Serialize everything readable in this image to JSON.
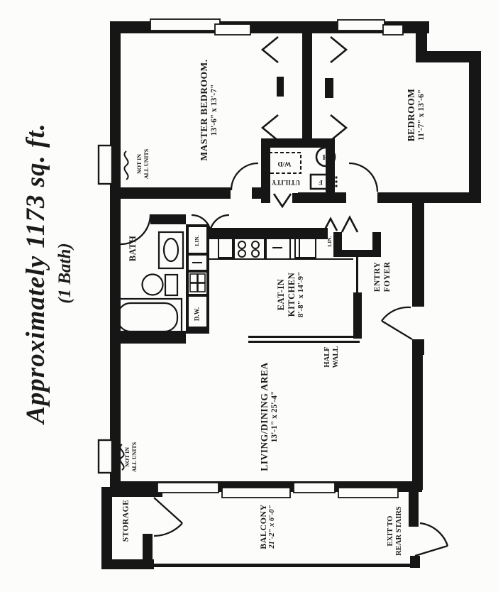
{
  "title": {
    "line1": "Approximately 1173 sq. ft.",
    "line2": "(1 Bath)"
  },
  "rooms": {
    "master": {
      "name": "MASTER BEDROOM.",
      "dims": "13'-6\" x 13'-7\""
    },
    "bedroom": {
      "name": "BEDROOM",
      "dims": "11'-7\" x 13'-6\""
    },
    "bath": {
      "name": "BATH"
    },
    "kitchen": {
      "line1": "EAT-IN",
      "line2": "KITCHEN",
      "dims": "8'-8\" x 14'-9\""
    },
    "foyer": {
      "line1": "ENTRY",
      "line2": "FOYER"
    },
    "living": {
      "name": "LIVING/DINING AREA",
      "dims": "13'-1\" x 25'-4\""
    },
    "balcony": {
      "name": "BALCONY",
      "dims": "21'-2\" x 6'-0\""
    },
    "storage": {
      "name": "STORAGE"
    },
    "utility": {
      "name": "UTILITY"
    }
  },
  "annotations": {
    "half_wall": {
      "line1": "HALF",
      "line2": "WALL"
    },
    "exit": {
      "line1": "EXIT TO",
      "line2": "REAR STAIRS"
    },
    "not_in_all_units": {
      "line1": "NOT IN",
      "line2": "ALL UNITS"
    },
    "washer_dryer": "W/D",
    "dishwasher": "D.W.",
    "linen": "LIN.",
    "water_heater": "H",
    "furnace": "F"
  },
  "colors": {
    "wall": "#161616",
    "ink": "#1b1b1b",
    "paper": "#fcfcfa"
  }
}
